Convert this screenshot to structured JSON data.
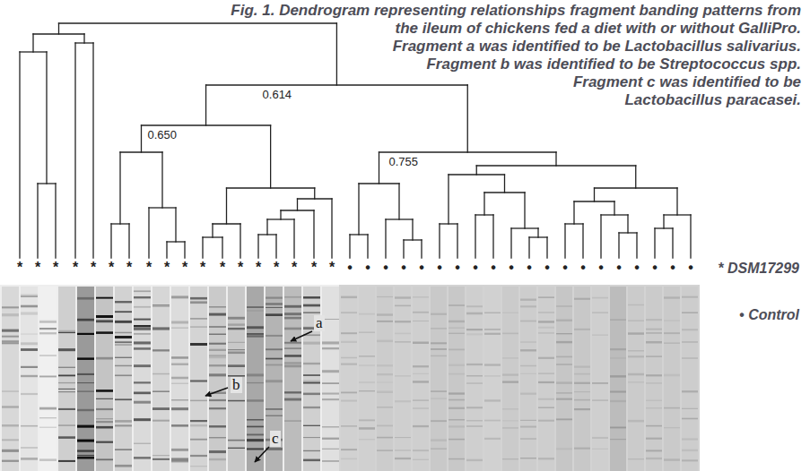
{
  "diagram": {
    "caption": "Fig. 1. Dendrogram representing relationships fragment banding patterns from the ileum of chickens fed a diet with or without GalliPro. Fragment a was identified to be Lactobacillus salivarius. Fragment b was identified to be Streptococcus spp. Fragment c was identified to be Lactobacillus paracasei.",
    "labels": [
      "0.650",
      "0.614",
      "0.755",
      "*",
      "*",
      "*",
      "*",
      "*",
      "*",
      "*",
      "*",
      "*",
      "*",
      "*",
      "*",
      "*",
      "*",
      "*",
      "*",
      "*",
      "*",
      "•",
      "•",
      "•",
      "•",
      "•",
      "•",
      "•",
      "•",
      "•",
      "•",
      "•",
      "•",
      "•",
      "•",
      "•",
      "•",
      "•",
      "•",
      "•",
      "•",
      "a",
      "b",
      "c"
    ],
    "legend": [
      {
        "text": "* DSM17299"
      },
      {
        "text": "• Control"
      }
    ]
  }
}
